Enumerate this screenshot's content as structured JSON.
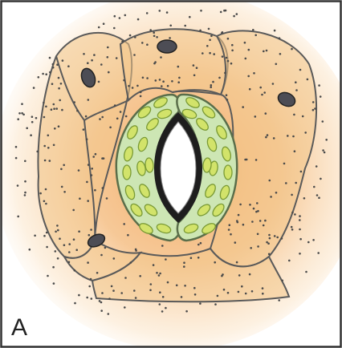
{
  "figure": {
    "panel_label": "A",
    "subject": "stomata-with-guard-cells",
    "state": "open"
  },
  "colors": {
    "frame": "#333333",
    "background_glow": "#f3b470",
    "epidermal_cell_fill": "#f4cf97",
    "cell_outline": "#5a5a5a",
    "stipple": "#4a4a4a",
    "nucleus": "#4d4d55",
    "guard_cell_fill": "#cde6b4",
    "guard_cell_outline": "#6b8a5a",
    "chloroplast_fill": "#d2e36a",
    "chloroplast_outline": "#7a9a35",
    "stomatal_pore": "#ffffff",
    "pore_rim": "#1e1e1e"
  }
}
